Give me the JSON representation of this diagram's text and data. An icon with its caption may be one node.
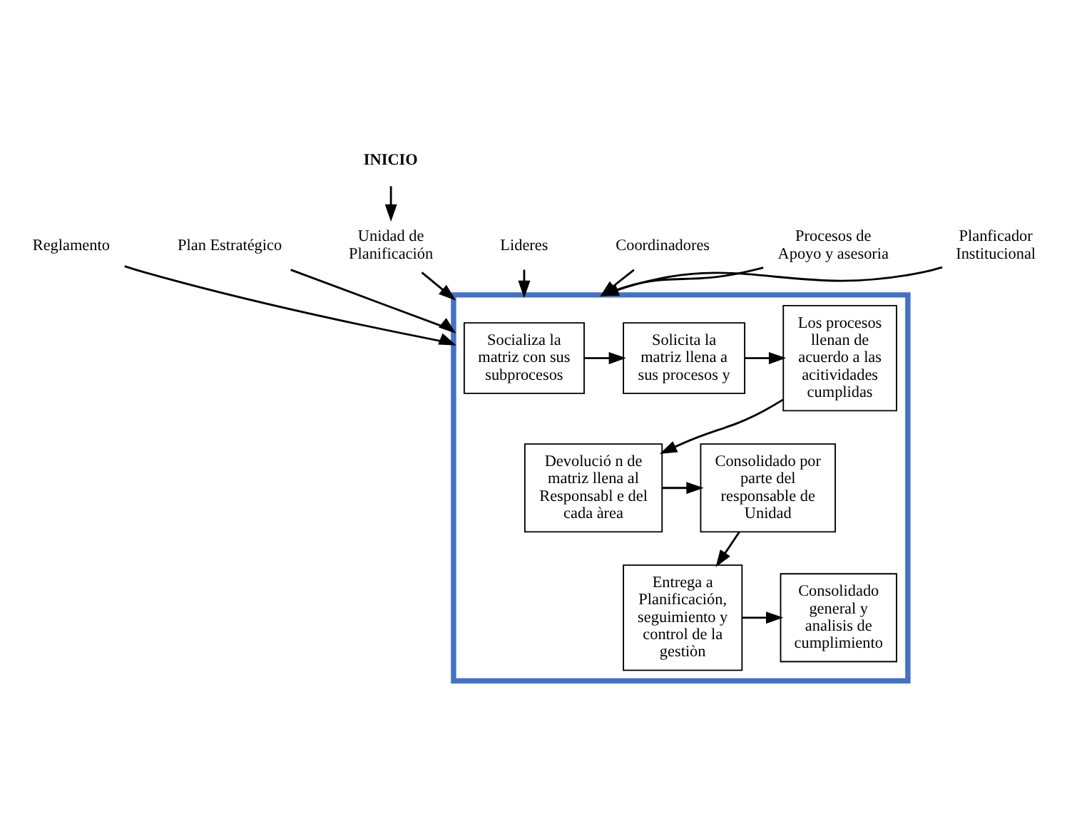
{
  "diagram": {
    "nodes": [
      {
        "text": [],
        "shape": "box"
      },
      {
        "text": [
          "Reglamento"
        ]
      },
      {
        "text": [
          "Plan Estratégico"
        ]
      },
      {
        "text": [
          "Unidad de Planificación"
        ]
      },
      {
        "text": [
          "INICIO"
        ]
      },
      {
        "text": [
          "Socializa la matriz con sus subprocesos"
        ],
        "in": 0
      },
      {
        "text": [
          "Solicita la matriz llena a sus procesos y"
        ],
        "in": 0
      },
      {
        "text": [
          "Los procesos llenan de acuerdo a las acitividades cumplidas"
        ],
        "in": 0
      },
      {
        "text": [
          "Lideres"
        ]
      },
      {
        "text": [
          "Consolidado por parte del responsable de Unidad"
        ],
        "in": 0
      },
      {
        "text": [
          "Devolució n de matriz llena al Responsabl e del cada àrea"
        ],
        "in": 0
      },
      {
        "text": [
          "Coordinadores"
        ]
      },
      {
        "text": [
          "Entrega a Planificación, seguimiento y control de la gestiòn"
        ],
        "in": 0
      },
      {
        "text": [
          "Consolidado general y analisis de cumplimiento"
        ],
        "in": 0
      },
      {
        "text": [
          "Procesos de Apoyo y asesoria"
        ]
      },
      {
        "text": [
          "Planficador Institucional"
        ]
      }
    ],
    "edges": [
      {
        "from": 1,
        "to": 0,
        "arrow": "to"
      },
      {
        "from": 2,
        "to": 0,
        "arrow": "to"
      },
      {
        "from": 3,
        "to": 0,
        "arrow": "to"
      },
      {
        "from": 4,
        "to": 3,
        "arrow": "to"
      },
      {
        "from": 5,
        "to": 6,
        "arrow": "to"
      },
      {
        "from": 6,
        "to": 7,
        "arrow": "to"
      },
      {
        "from": 7,
        "to": 10,
        "arrow": "to"
      },
      {
        "from": 10,
        "to": 9,
        "arrow": "to"
      },
      {
        "from": 9,
        "to": 12,
        "arrow": "to"
      },
      {
        "from": 12,
        "to": 13,
        "arrow": "to"
      },
      {
        "from": 8,
        "to": 0,
        "arrow": "to"
      },
      {
        "from": 11,
        "to": 0,
        "arrow": "to"
      },
      {
        "from": 14,
        "to": 0,
        "arrow": "to"
      },
      {
        "from": 15,
        "to": 0,
        "arrow": "to"
      }
    ]
  }
}
